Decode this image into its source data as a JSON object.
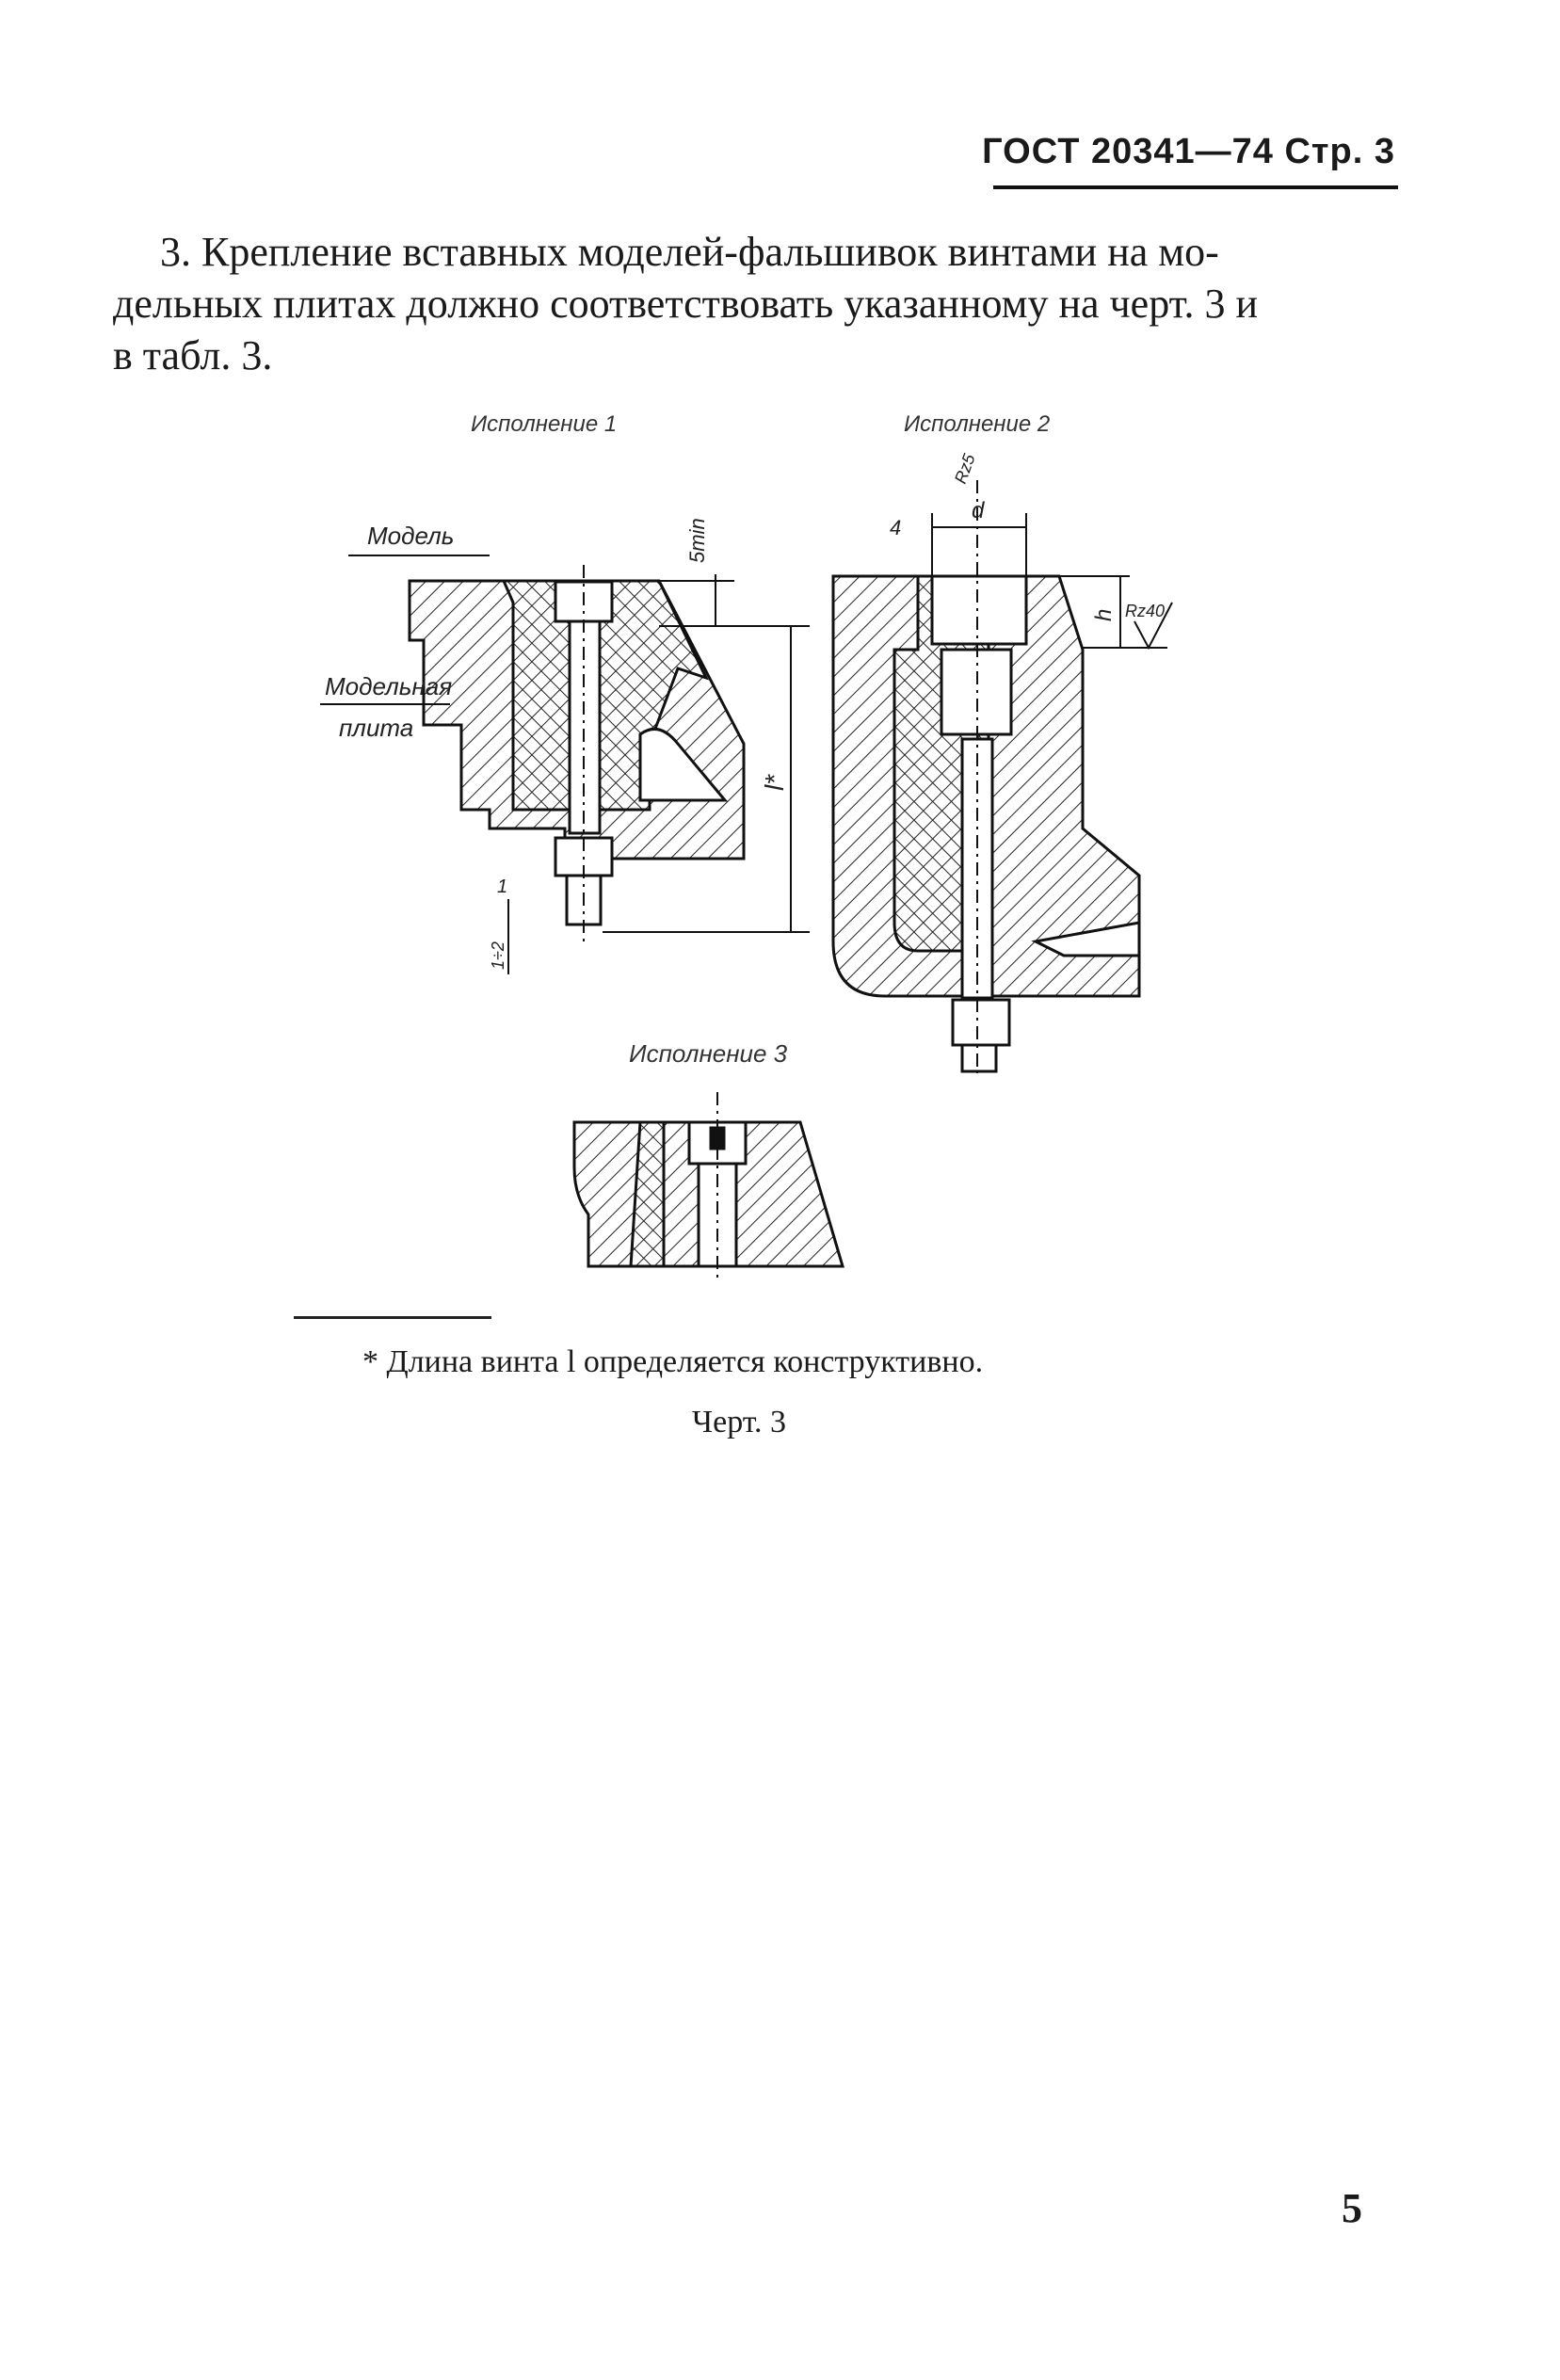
{
  "header": {
    "title": "ГОСТ 20341—74 Стр. 3"
  },
  "paragraph": {
    "lines": [
      "3. Крепление вставных моделей-фальшивок винтами на мо-",
      "дельных плитах должно соответствовать указанному на черт. 3 и",
      "в табл. 3."
    ]
  },
  "figure": {
    "variant1_title": "Исполнение 1",
    "variant2_title": "Исполнение 2",
    "variant3_title": "Исполнение 3",
    "label_model": "Модель",
    "label_plate_1": "Модельная",
    "label_plate_2": "плита",
    "dim_5min": "5min",
    "dim_l": "l*",
    "dim_d": "d",
    "dim_h": "h",
    "dim_roughness": "Rz40",
    "dim_12": "1÷2",
    "dim_1": "1",
    "dim_4": "4",
    "dim_angle": "Rz5"
  },
  "footnote": {
    "text": "* Длина винта l определяется конструктивно."
  },
  "caption": {
    "text": "Черт. 3"
  },
  "page_number": {
    "text": "5"
  }
}
